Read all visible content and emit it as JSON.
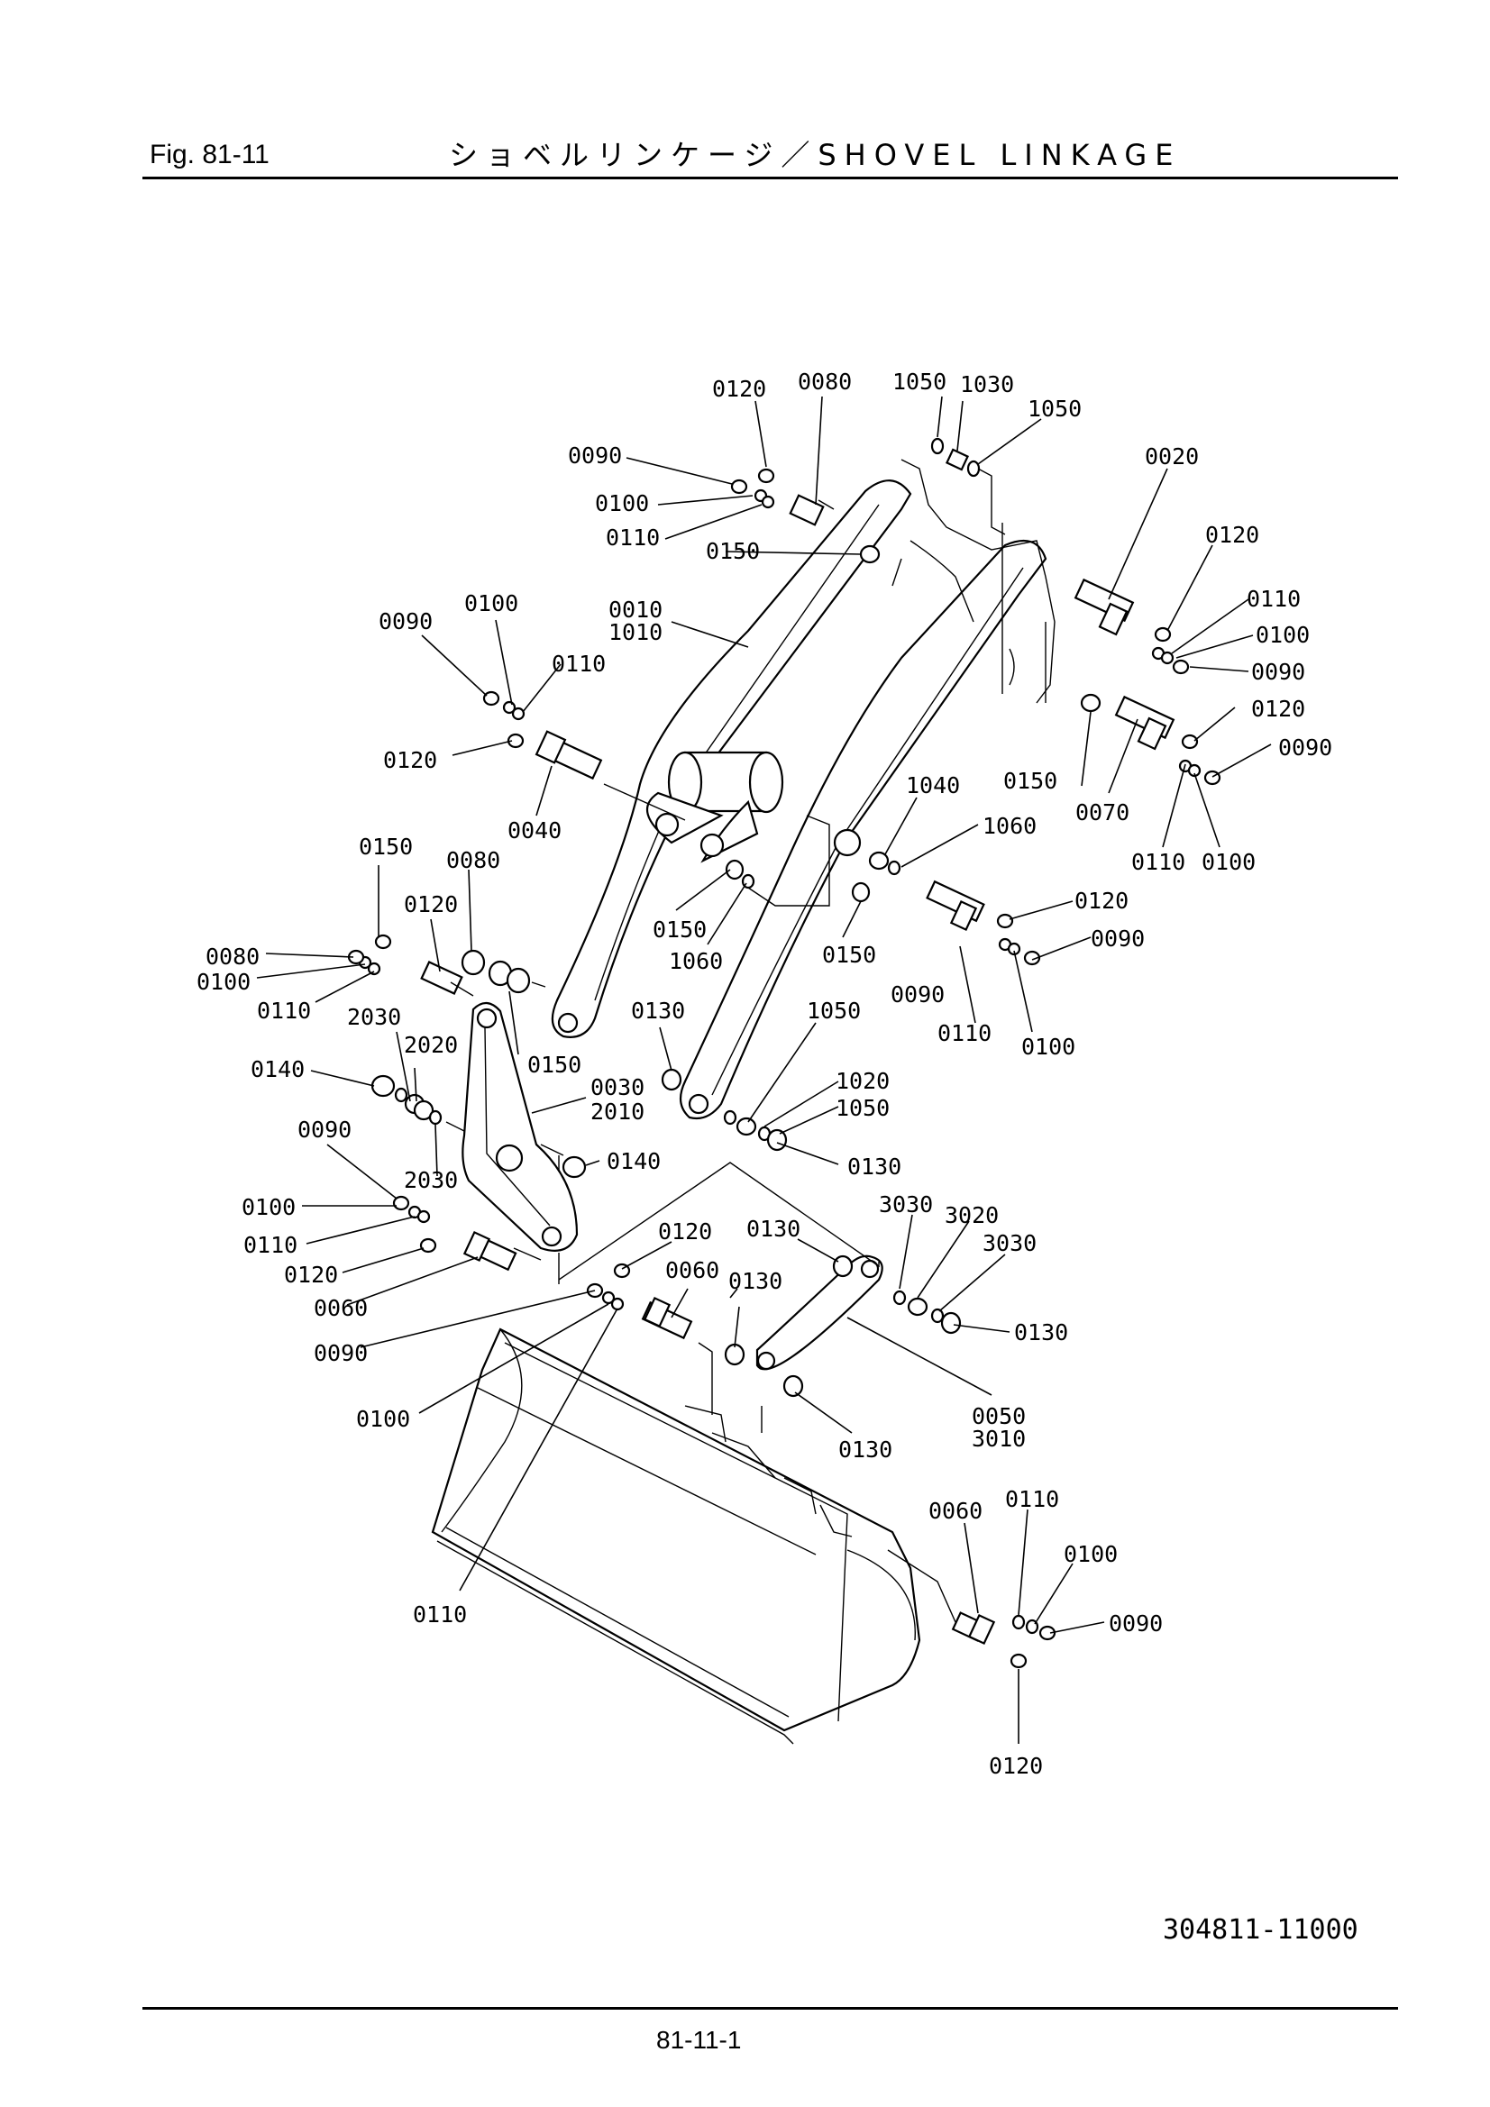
{
  "header": {
    "fig_number": "Fig.  81-11",
    "title": "ショベルリンケージ／SHOVEL LINKAGE"
  },
  "callouts": [
    {
      "id": "c01",
      "text": "0120"
    },
    {
      "id": "c02",
      "text": "0080"
    },
    {
      "id": "c03",
      "text": "1050"
    },
    {
      "id": "c04",
      "text": "1030"
    },
    {
      "id": "c05",
      "text": "1050"
    },
    {
      "id": "c06",
      "text": "0020"
    },
    {
      "id": "c07",
      "text": "0090"
    },
    {
      "id": "c08",
      "text": "0100"
    },
    {
      "id": "c09",
      "text": "0110"
    },
    {
      "id": "c10",
      "text": "0150"
    },
    {
      "id": "c11",
      "text": "0120"
    },
    {
      "id": "c12",
      "text": "0110"
    },
    {
      "id": "c13",
      "text": "0100"
    },
    {
      "id": "c14",
      "text": "0090"
    },
    {
      "id": "c15",
      "text": "0010"
    },
    {
      "id": "c16",
      "text": "1010"
    },
    {
      "id": "c17",
      "text": "0090"
    },
    {
      "id": "c18",
      "text": "0100"
    },
    {
      "id": "c19",
      "text": "0110"
    },
    {
      "id": "c20",
      "text": "0120"
    },
    {
      "id": "c21",
      "text": "0040"
    },
    {
      "id": "c22",
      "text": "0120"
    },
    {
      "id": "c23",
      "text": "0090"
    },
    {
      "id": "c24",
      "text": "0150"
    },
    {
      "id": "c25",
      "text": "0070"
    },
    {
      "id": "c26",
      "text": "1040"
    },
    {
      "id": "c27",
      "text": "1060"
    },
    {
      "id": "c28",
      "text": "0110"
    },
    {
      "id": "c29",
      "text": "0100"
    },
    {
      "id": "c30",
      "text": "0120"
    },
    {
      "id": "c31",
      "text": "0150"
    },
    {
      "id": "c32",
      "text": "0080"
    },
    {
      "id": "c33",
      "text": "0120"
    },
    {
      "id": "c34",
      "text": "0150"
    },
    {
      "id": "c35",
      "text": "1060"
    },
    {
      "id": "c36",
      "text": "0150"
    },
    {
      "id": "c37",
      "text": "0090"
    },
    {
      "id": "c38",
      "text": "0080"
    },
    {
      "id": "c39",
      "text": "0090"
    },
    {
      "id": "c40",
      "text": "0100"
    },
    {
      "id": "c41",
      "text": "0110"
    },
    {
      "id": "c42",
      "text": "2030"
    },
    {
      "id": "c43",
      "text": "0130"
    },
    {
      "id": "c44",
      "text": "1050"
    },
    {
      "id": "c45",
      "text": "0110"
    },
    {
      "id": "c46",
      "text": "0100"
    },
    {
      "id": "c47",
      "text": "2020"
    },
    {
      "id": "c48",
      "text": "0150"
    },
    {
      "id": "c49",
      "text": "0140"
    },
    {
      "id": "c50",
      "text": "0030"
    },
    {
      "id": "c51",
      "text": "2010"
    },
    {
      "id": "c52",
      "text": "1020"
    },
    {
      "id": "c53",
      "text": "1050"
    },
    {
      "id": "c54",
      "text": "0090"
    },
    {
      "id": "c55",
      "text": "0140"
    },
    {
      "id": "c56",
      "text": "0130"
    },
    {
      "id": "c57",
      "text": "2030"
    },
    {
      "id": "c58",
      "text": "3030"
    },
    {
      "id": "c59",
      "text": "3020"
    },
    {
      "id": "c60",
      "text": "0100"
    },
    {
      "id": "c61",
      "text": "0120"
    },
    {
      "id": "c62",
      "text": "0130"
    },
    {
      "id": "c63",
      "text": "3030"
    },
    {
      "id": "c64",
      "text": "0110"
    },
    {
      "id": "c65",
      "text": "0060"
    },
    {
      "id": "c66",
      "text": "0130"
    },
    {
      "id": "c67",
      "text": "0120"
    },
    {
      "id": "c68",
      "text": "0130"
    },
    {
      "id": "c69",
      "text": "0060"
    },
    {
      "id": "c70",
      "text": "0090"
    },
    {
      "id": "c71",
      "text": "0100"
    },
    {
      "id": "c72",
      "text": "0050"
    },
    {
      "id": "c73",
      "text": "3010"
    },
    {
      "id": "c74",
      "text": "0130"
    },
    {
      "id": "c75",
      "text": "0060"
    },
    {
      "id": "c76",
      "text": "0110"
    },
    {
      "id": "c77",
      "text": "0100"
    },
    {
      "id": "c78",
      "text": "0090"
    },
    {
      "id": "c79",
      "text": "0110"
    },
    {
      "id": "c80",
      "text": "0120"
    }
  ],
  "footer": {
    "drawing_number": "304811-11000",
    "page_number": "81-11-1"
  }
}
